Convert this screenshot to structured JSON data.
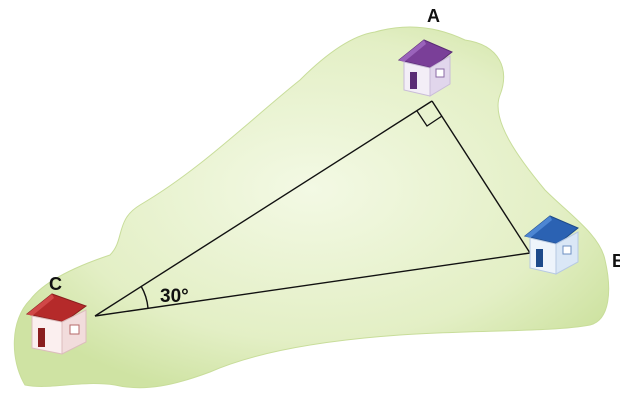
{
  "diagram": {
    "points": {
      "A": {
        "label": "A"
      },
      "B": {
        "label": "B"
      },
      "C": {
        "label": "C"
      }
    },
    "angle_C": {
      "label": "30°"
    },
    "right_angle_at": "A",
    "houses": {
      "A": {
        "roof_color": "#7a3f98",
        "wall_color": "#f3eef7"
      },
      "B": {
        "roof_color": "#2b62b3",
        "wall_color": "#eef4fb"
      },
      "C": {
        "roof_color": "#b52a2a",
        "wall_color": "#fbefef"
      }
    },
    "land_color": "#dcebb8"
  }
}
